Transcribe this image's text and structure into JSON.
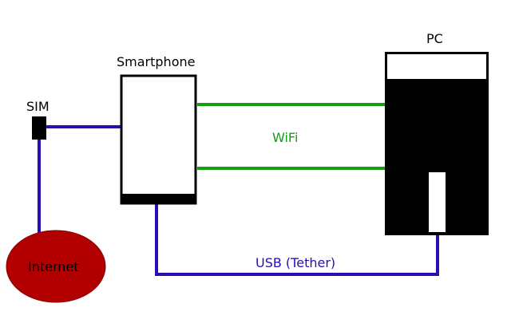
{
  "labels": {
    "sim": "SIM",
    "smartphone": "Smartphone",
    "pc": "PC",
    "wifi": "WiFi",
    "usb": "USB (Tether)",
    "internet": "Internet"
  },
  "colors": {
    "background": "#ffffff",
    "outline": "#000000",
    "usb_line": "#2a0fb0",
    "wifi_line": "#12a012",
    "wifi_text": "#12a012",
    "usb_text": "#2a0fb0",
    "internet_fill": "#b20000"
  }
}
